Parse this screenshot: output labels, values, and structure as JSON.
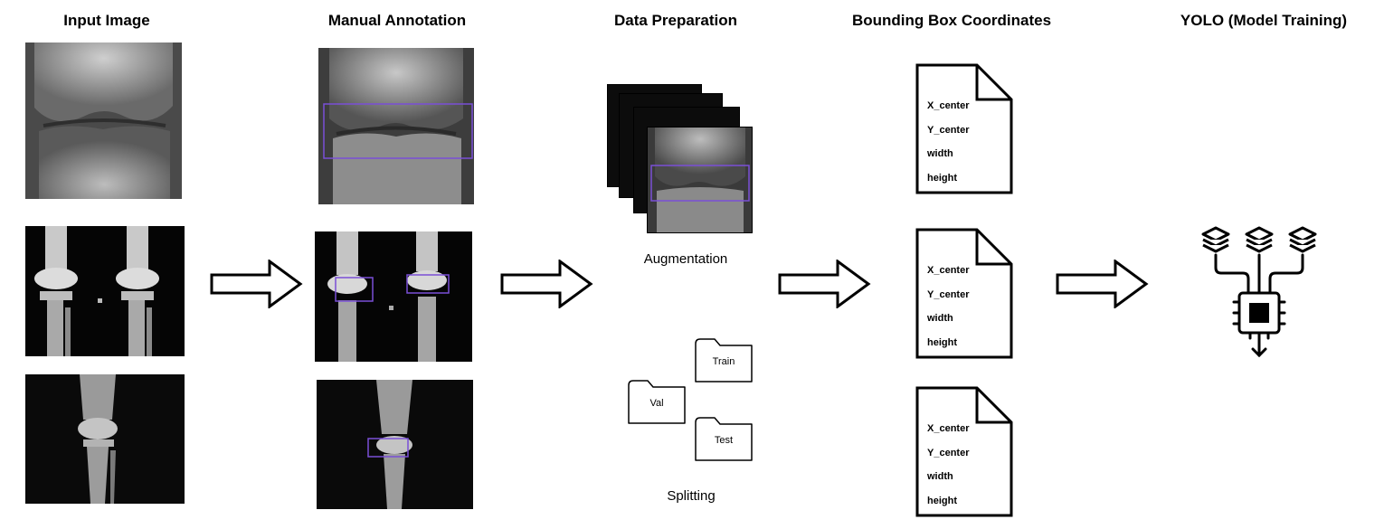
{
  "headings": {
    "input": "Input Image",
    "annotation": "Manual Annotation",
    "preparation": "Data Preparation",
    "bbox": "Bounding Box Coordinates",
    "yolo": "YOLO (Model Training)"
  },
  "preparation": {
    "augmentation_label": "Augmentation",
    "splitting_label": "Splitting",
    "folders": {
      "train": "Train",
      "val": "Val",
      "test": "Test"
    }
  },
  "bbox_fields": [
    "X_center",
    "Y_center",
    "width",
    "height"
  ],
  "colors": {
    "annotation_box": "#7a4fd6",
    "xray_dark": "#111111"
  },
  "icons": [
    "right-arrow-icon",
    "document-icon",
    "folder-icon",
    "layer-stack-icon",
    "cpu-chip-icon",
    "down-arrow-icon"
  ]
}
